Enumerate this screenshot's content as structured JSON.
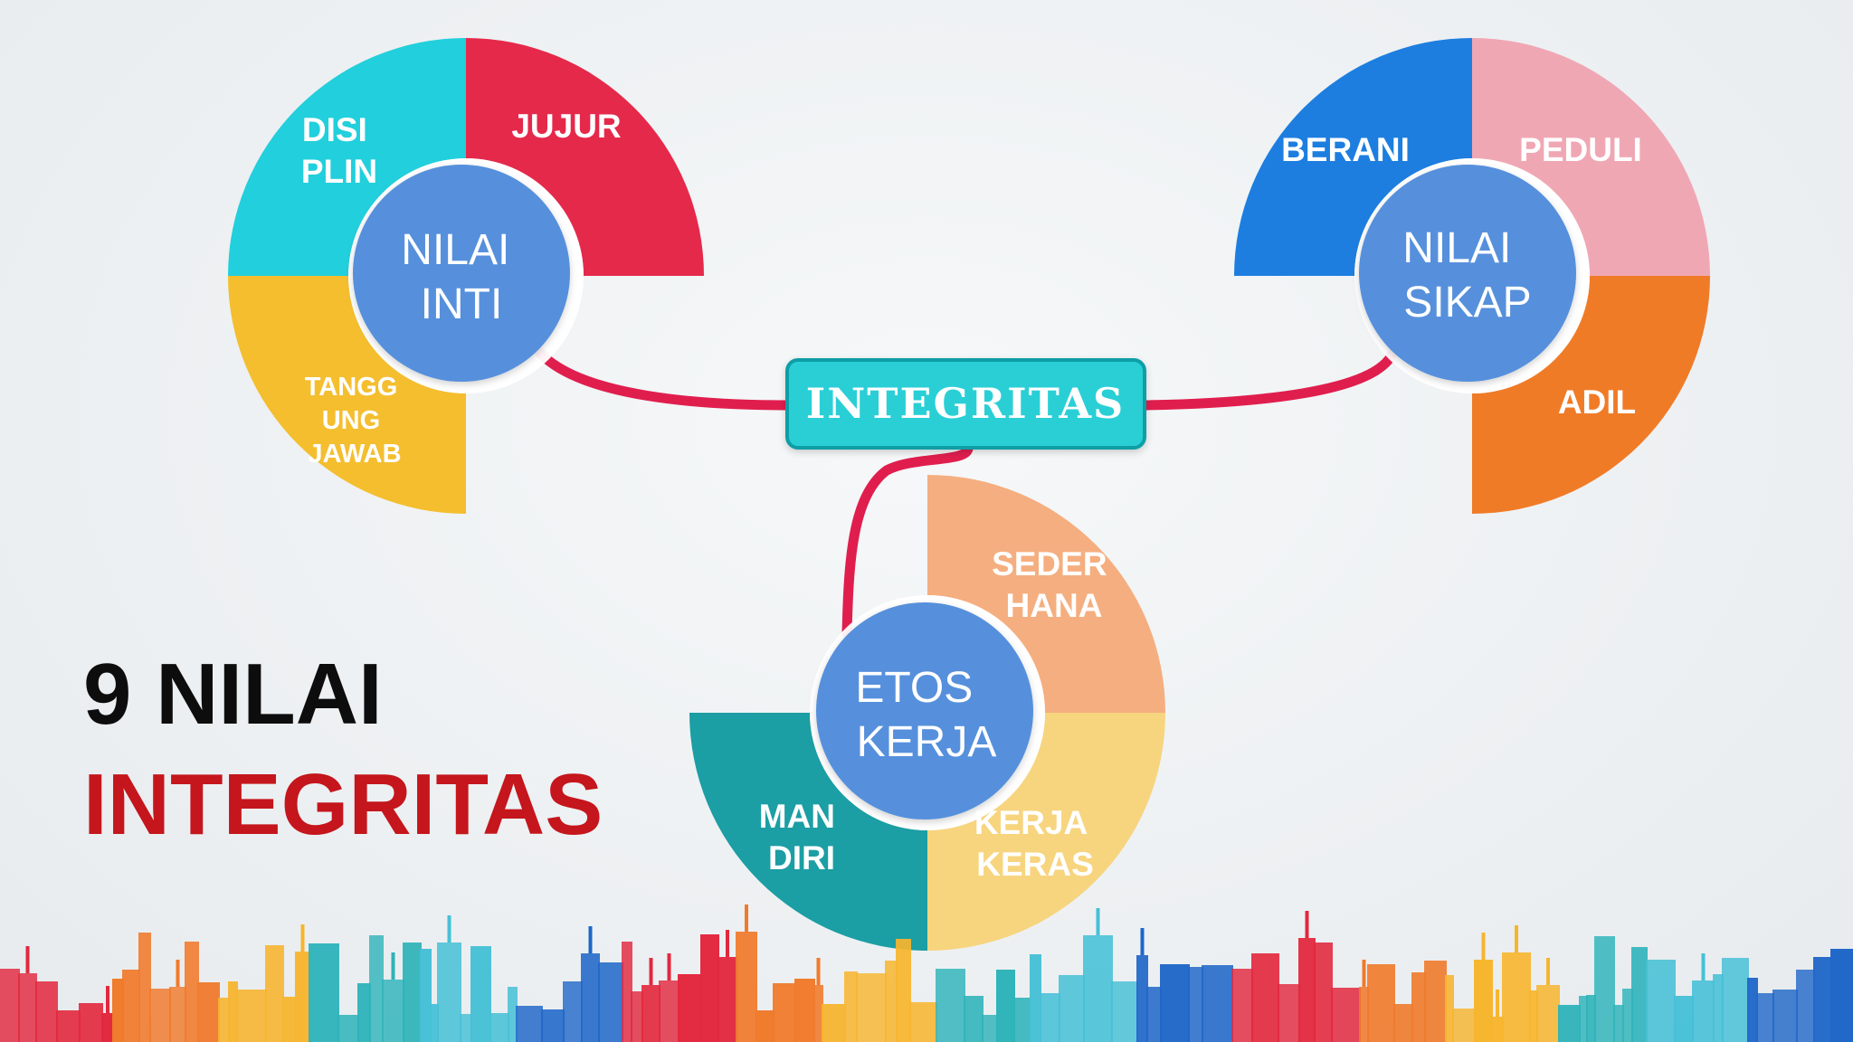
{
  "title": {
    "line1": "9 NILAI",
    "line2": "INTEGRITAS",
    "line2_color": "#c4161c"
  },
  "center": {
    "label": "INTEGRITAS",
    "fill": "#2ccfd6",
    "border": "#0f9ea6"
  },
  "connector_color": "#e01e4e",
  "groups": [
    {
      "id": "nilai-inti",
      "hub": [
        "NILAI",
        "INTI"
      ],
      "segments": [
        {
          "id": "disiplin",
          "lines": [
            "DISI",
            "PLIN"
          ],
          "color": "#22cfdc"
        },
        {
          "id": "jujur",
          "lines": [
            "JUJUR"
          ],
          "color": "#e5294b"
        },
        {
          "id": "tanggung-jawab",
          "lines": [
            "TANGG",
            "UNG",
            "JAWAB"
          ],
          "color": "#f4be2f"
        }
      ]
    },
    {
      "id": "nilai-sikap",
      "hub": [
        "NILAI",
        "SIKAP"
      ],
      "segments": [
        {
          "id": "berani",
          "lines": [
            "BERANI"
          ],
          "color": "#1d7ee0"
        },
        {
          "id": "peduli",
          "lines": [
            "PEDULI"
          ],
          "color": "#f0a7b4"
        },
        {
          "id": "adil",
          "lines": [
            "ADIL"
          ],
          "color": "#f07b27"
        }
      ]
    },
    {
      "id": "etos-kerja",
      "hub": [
        "ETOS",
        "KERJA"
      ],
      "segments": [
        {
          "id": "sederhana",
          "lines": [
            "SEDER",
            "HANA"
          ],
          "color": "#f5ae7f"
        },
        {
          "id": "kerja-keras",
          "lines": [
            "KERJA",
            "KERAS"
          ],
          "color": "#f7d47e"
        },
        {
          "id": "mandiri",
          "lines": [
            "MAN",
            "DIRI"
          ],
          "color": "#1b9ea4"
        }
      ]
    }
  ],
  "hub_color": "#5690dc",
  "skyline_colors": [
    "#e2283e",
    "#f07a2c",
    "#f7b52e",
    "#2db3b9",
    "#46c0d6",
    "#1f66c8",
    "#e2283e"
  ]
}
